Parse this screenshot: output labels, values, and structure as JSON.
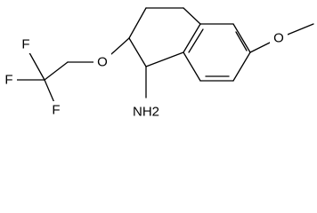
{
  "structure": {
    "atoms": {
      "methoxy_o": "O",
      "ether_o": "O",
      "amine": "NH2",
      "fluorine_top": "F",
      "fluorine_left": "F",
      "fluorine_bottom": "F"
    }
  }
}
